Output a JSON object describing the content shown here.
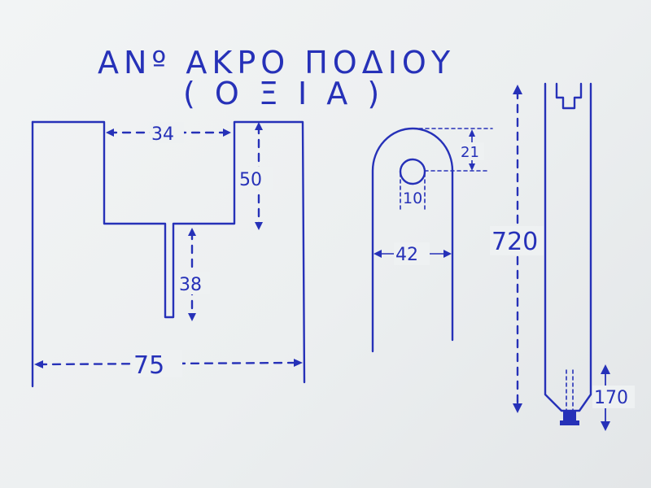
{
  "title": {
    "line1": "ΑΝº ΑΚΡΟ ΠΟΔΙΟΥ",
    "line2": "( Ο Ξ Ι Α )"
  },
  "dimensions": {
    "slot_width": "34",
    "slot_depth": "50",
    "slit_length": "38",
    "total_width": "75",
    "top_radius_offset": "21",
    "hole_diameter": "10",
    "side_width": "42",
    "total_length": "720",
    "bottom_length": "170"
  },
  "colors": {
    "ink": "#2631b8",
    "paper": "#eceff0"
  }
}
